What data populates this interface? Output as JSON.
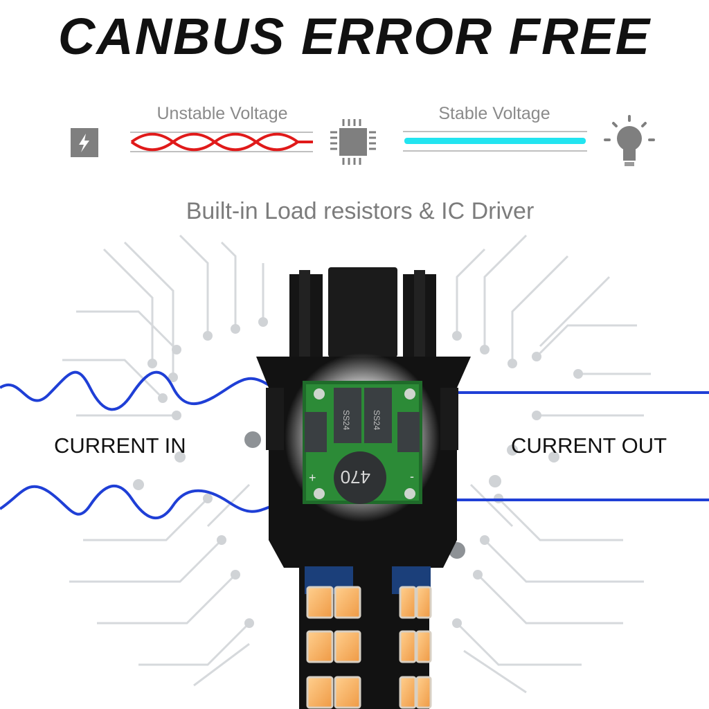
{
  "headline": "CANBUS ERROR FREE",
  "voltage": {
    "unstable_label": "Unstable Voltage",
    "stable_label": "Stable Voltage"
  },
  "subtitle": "Built-in Load resistors & IC Driver",
  "current_in": "CURRENT IN",
  "current_out": "CURRENT OUT",
  "board_markings": {
    "inductor": "470",
    "diode": "SS24",
    "plus": "+",
    "minus": "-"
  },
  "icons": [
    "power-bolt-icon",
    "chip-icon",
    "light-bulb-icon"
  ],
  "colors": {
    "unstable": "#e01a1a",
    "stable": "#22e4f0",
    "wire": "#1f3fd6",
    "led": "#f5b469",
    "pcb": "#1f6b2a"
  }
}
